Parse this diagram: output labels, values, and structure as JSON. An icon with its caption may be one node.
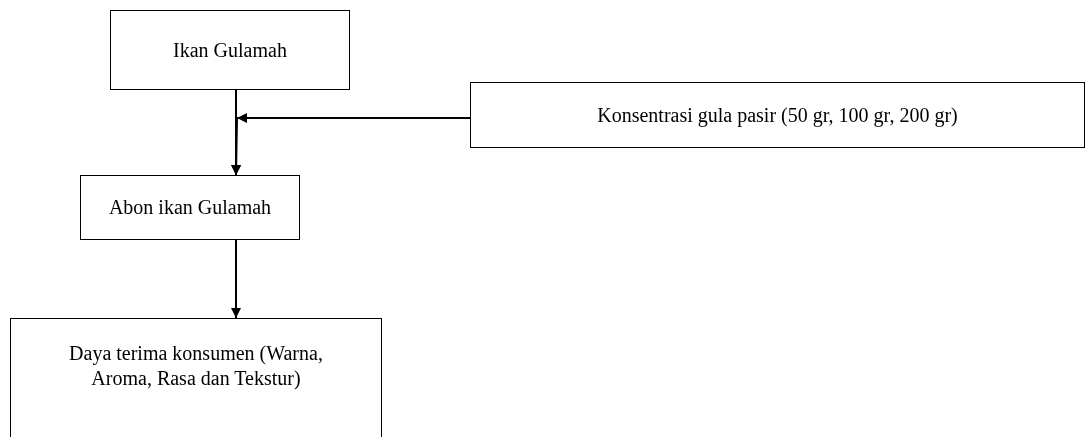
{
  "diagram": {
    "nodes": [
      {
        "text": [
          "Ikan Gulamah"
        ]
      },
      {
        "text": [
          "Konsentrasi gula pasir (50 gr, 100 gr, 200 gr)"
        ]
      },
      {
        "text": [
          "Abon ikan Gulamah"
        ]
      },
      {
        "text": [
          "Daya terima konsumen (Warna, Aroma, Rasa dan Tekstur)"
        ]
      }
    ],
    "edges": [
      {
        "from": 0,
        "to": 2,
        "arrow": "to"
      },
      {
        "from": 1,
        "to": 2,
        "arrow": "to"
      },
      {
        "from": 2,
        "to": 3,
        "arrow": "to"
      }
    ]
  }
}
